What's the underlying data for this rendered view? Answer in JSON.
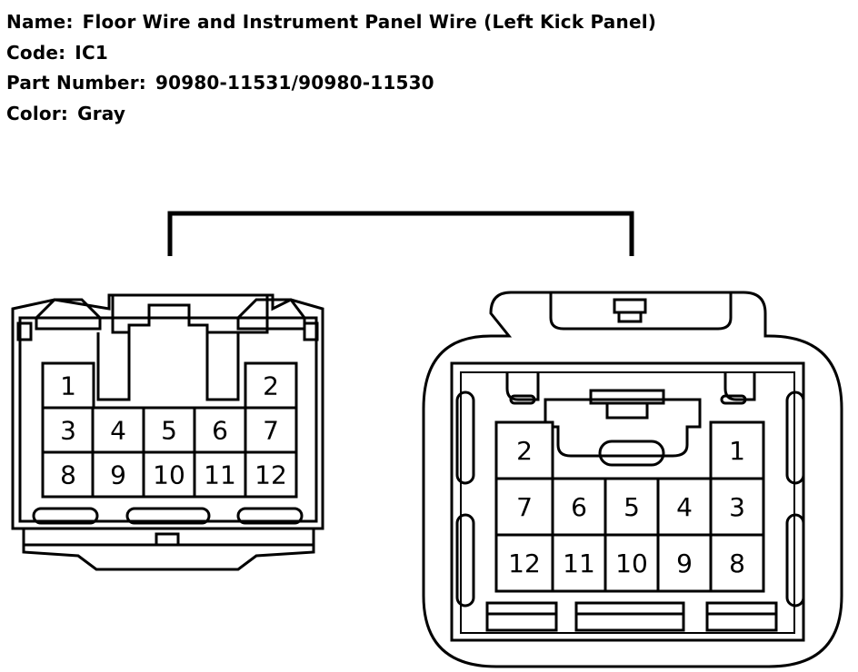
{
  "header": {
    "name_label": "Name:",
    "name_value": "Floor Wire and Instrument Panel Wire (Left Kick Panel)",
    "code_label": "Code:",
    "code_value": "IC1",
    "part_label": "Part Number:",
    "part_value": "90980-11531/90980-11530",
    "color_label": "Color:",
    "color_value": "Gray"
  },
  "left_connector": {
    "pins": [
      "1",
      "2",
      "3",
      "4",
      "5",
      "6",
      "7",
      "8",
      "9",
      "10",
      "11",
      "12"
    ]
  },
  "right_connector": {
    "pins": [
      "2",
      "1",
      "7",
      "6",
      "5",
      "4",
      "3",
      "12",
      "11",
      "10",
      "9",
      "8"
    ]
  }
}
